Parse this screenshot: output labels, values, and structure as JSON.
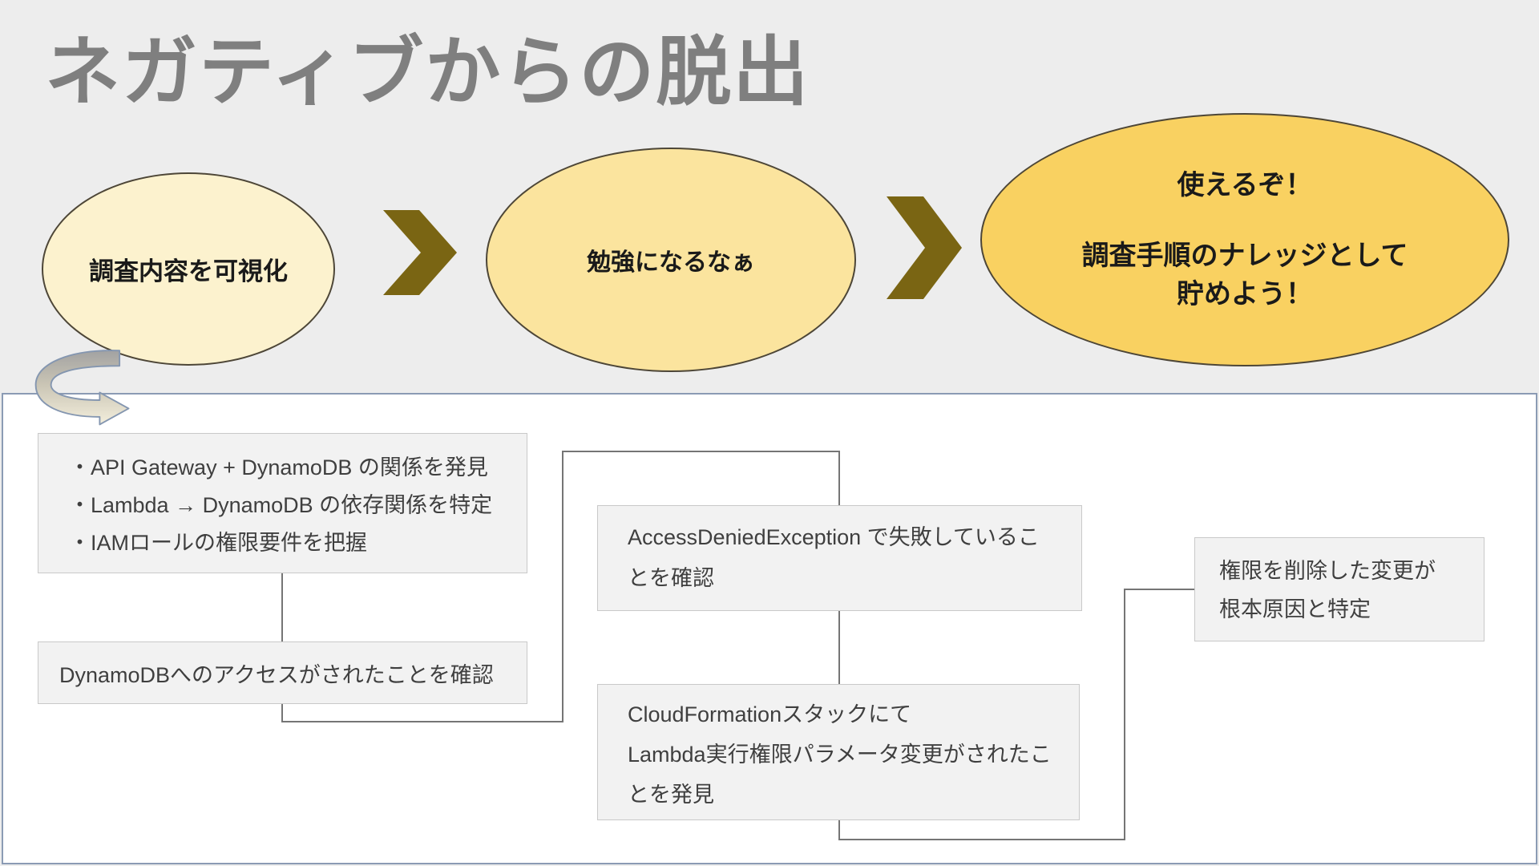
{
  "title": "ネガティブからの脱出",
  "flow_stages": {
    "stage1": {
      "label": "調査内容を可視化"
    },
    "stage2": {
      "label": "勉強になるなぁ"
    },
    "stage3": {
      "lines": [
        "使えるぞ！",
        "調査手順のナレッジとして",
        "貯めよう！"
      ]
    }
  },
  "detail_panel": {
    "findings_box": {
      "lines": [
        "・API Gateway + DynamoDB の関係を発見",
        "・Lambda → DynamoDB の依存関係を特定",
        "・IAMロールの権限要件を把握"
      ]
    },
    "access_box": {
      "text": "DynamoDBへのアクセスがされたことを確認"
    },
    "exception_box": {
      "lines": [
        "AccessDeniedException で失敗しているこ",
        "とを確認"
      ]
    },
    "cloudformation_box": {
      "lines": [
        "CloudFormationスタックにて",
        "Lambda実行権限パラメータ変更がされたこ",
        "とを発見"
      ]
    },
    "rootcause_box": {
      "lines": [
        "権限を削除した変更が",
        "根本原因と特定"
      ]
    }
  },
  "colors": {
    "background": "#EDEDED",
    "panel_fill": "#FFFFFF",
    "panel_border": "#8B9BB4",
    "title_gray": "#7F7F7F",
    "ellipse1_fill": "#FCF2CE",
    "ellipse2_fill": "#FBE49E",
    "ellipse3_fill": "#F9D161",
    "ellipse_border": "#4D4637",
    "chevron_gold": "#7A6513",
    "box_fill": "#F2F2F2",
    "box_border": "#C9C9C9",
    "connector_gray": "#757575"
  }
}
